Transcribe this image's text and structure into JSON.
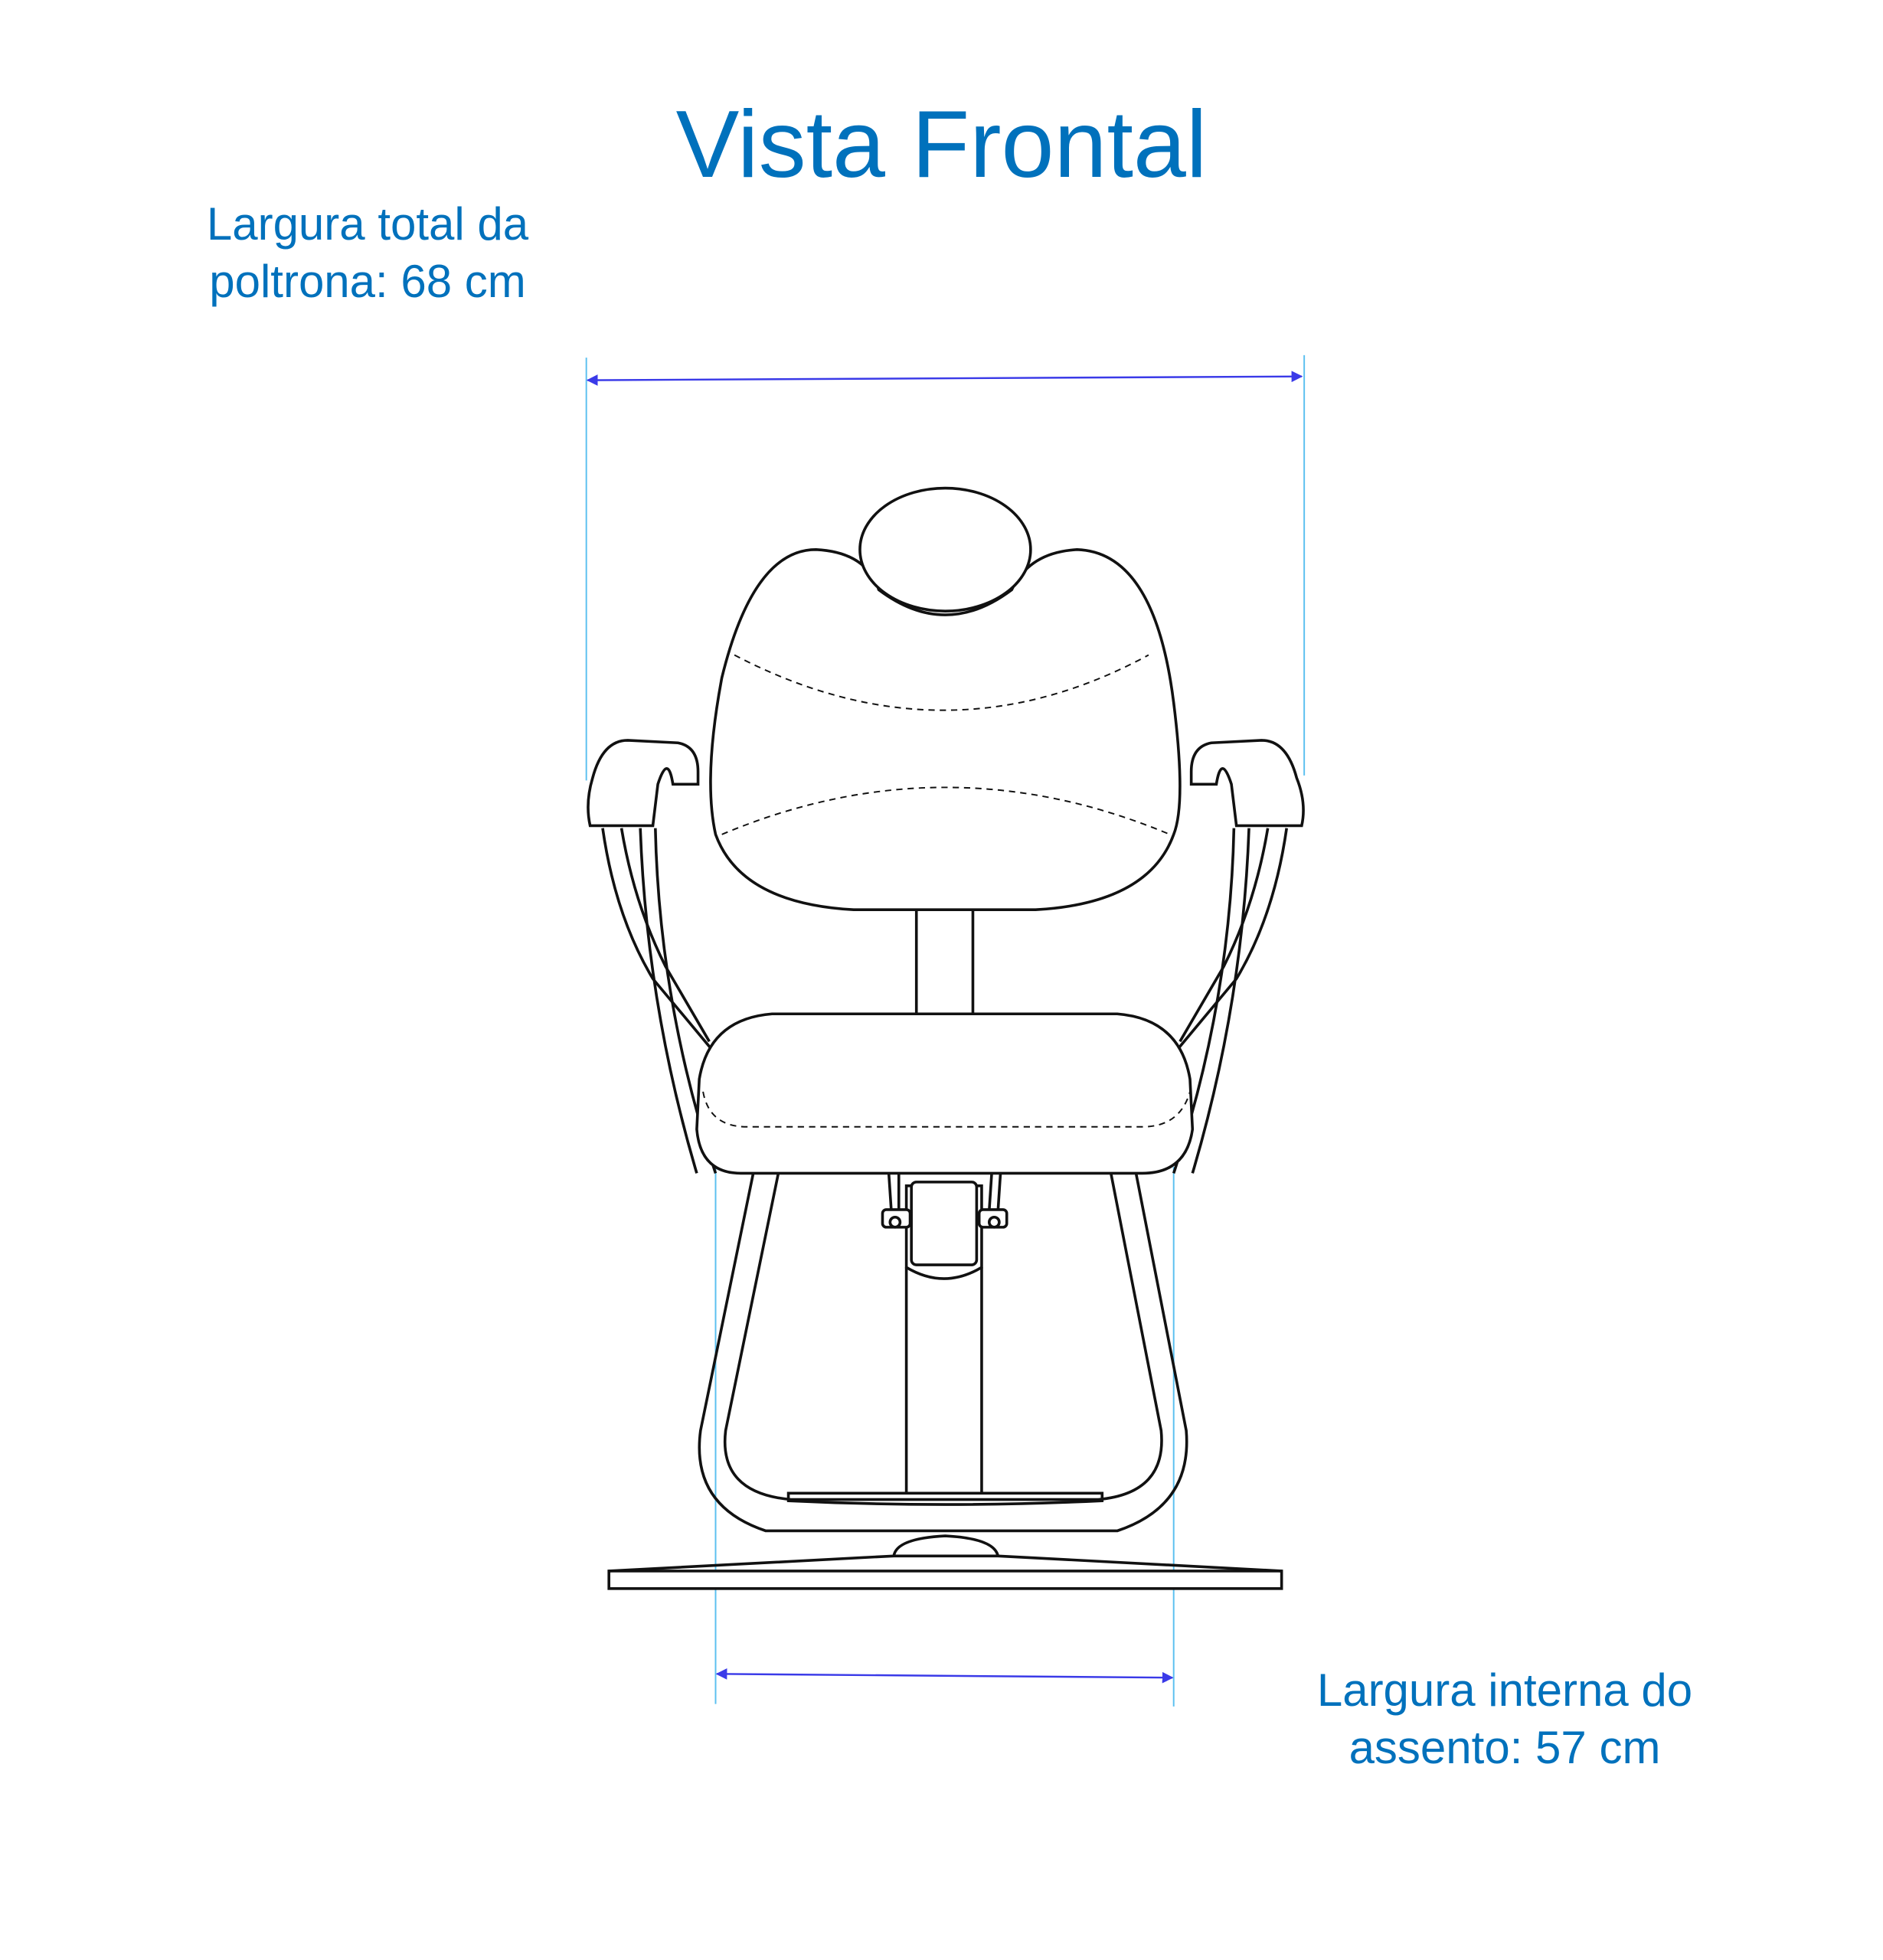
{
  "title": "Vista Frontal",
  "dimensions": {
    "total_width": {
      "line1": "Largura total da",
      "line2": "poltrona: 68 cm"
    },
    "seat_width": {
      "line1": "Largura interna do",
      "line2": "assento: 57 cm"
    }
  },
  "colors": {
    "text": "#0071bc",
    "arrow": "#3a3ae8",
    "extension": "#5bc0f0",
    "outline": "#111111"
  }
}
